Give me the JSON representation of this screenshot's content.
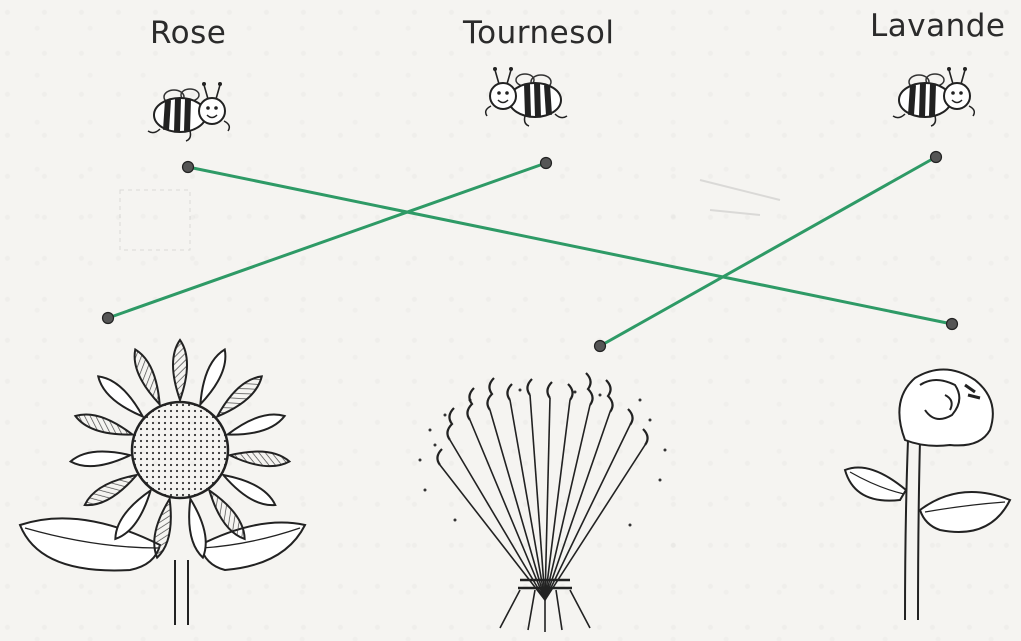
{
  "labels": [
    "Rose",
    "Tournesol",
    "Lavande"
  ],
  "flowers": [
    {
      "id": "sunflower",
      "icon": "sunflower-drawing"
    },
    {
      "id": "lavender",
      "icon": "lavender-bouquet-drawing"
    },
    {
      "id": "rose",
      "icon": "rose-drawing"
    }
  ],
  "matches": [
    {
      "from": "Rose",
      "to": "rose"
    },
    {
      "from": "Tournesol",
      "to": "sunflower"
    },
    {
      "from": "Lavande",
      "to": "lavender"
    }
  ],
  "colors": {
    "line": "#2e9a66",
    "ink": "#2b2b2b",
    "dot": "#555555"
  }
}
